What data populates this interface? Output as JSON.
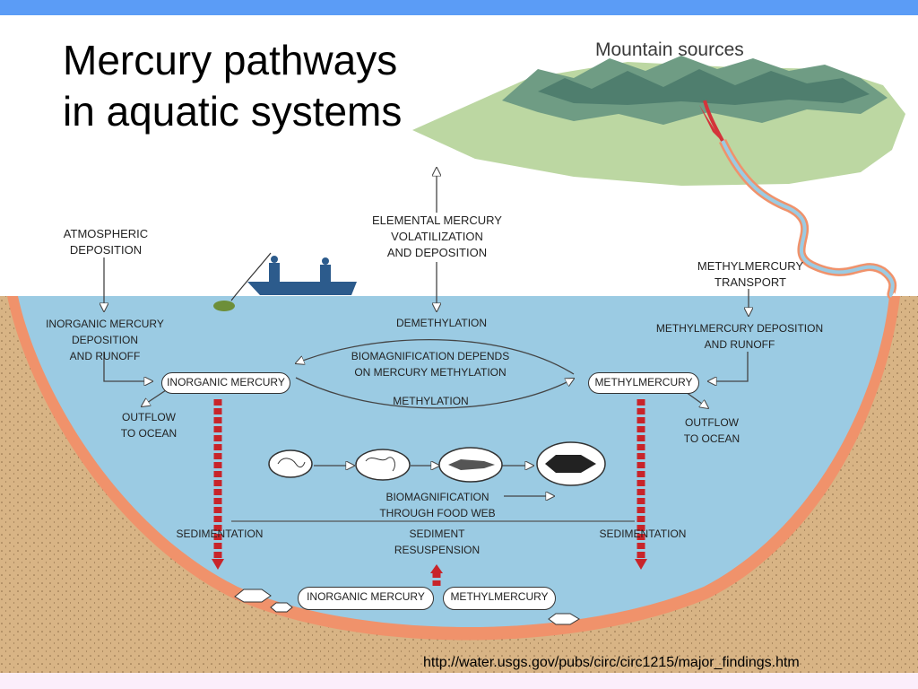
{
  "title_line1": "Mercury pathways",
  "title_line2": "in aquatic systems",
  "mountain_label": "Mountain sources",
  "labels": {
    "atmospheric_deposition": [
      "ATMOSPHERIC",
      "DEPOSITION"
    ],
    "elemental": [
      "ELEMENTAL MERCURY",
      "VOLATILIZATION",
      "AND DEPOSITION"
    ],
    "methylmercury_transport": [
      "METHYLMERCURY",
      "TRANSPORT"
    ],
    "inorganic_deposition": [
      "INORGANIC MERCURY",
      "DEPOSITION",
      "AND RUNOFF"
    ],
    "demethylation": "DEMETHYLATION",
    "biomag_depends": [
      "BIOMAGNIFICATION DEPENDS",
      "ON MERCURY METHYLATION"
    ],
    "methylation": "METHYLATION",
    "methyl_deposition": [
      "METHYLMERCURY DEPOSITION",
      "AND RUNOFF"
    ],
    "outflow_left": [
      "OUTFLOW",
      "TO OCEAN"
    ],
    "outflow_right": [
      "OUTFLOW",
      "TO OCEAN"
    ],
    "biomag_food_web": [
      "BIOMAGNIFICATION",
      "THROUGH FOOD WEB"
    ],
    "sedimentation_left": "SEDIMENTATION",
    "sediment_resuspension": [
      "SEDIMENT",
      "RESUSPENSION"
    ],
    "sedimentation_right": "SEDIMENTATION"
  },
  "boxes": {
    "inorganic_mercury": "INORGANIC MERCURY",
    "methylmercury": "METHYLMERCURY",
    "inorganic_mercury_bottom": "INORGANIC MERCURY",
    "methylmercury_bottom": "METHYLMERCURY"
  },
  "source_url": "http://water.usgs.gov/pubs/circ/circ1215/major_findings.htm",
  "colors": {
    "water": "#9bcbe3",
    "sediment": "#d8b485",
    "lakebed_rim": "#f0926b",
    "sediment_arrow": "#c8242a",
    "top_bar": "#5b9cf6",
    "boat": "#2c5b8c"
  }
}
